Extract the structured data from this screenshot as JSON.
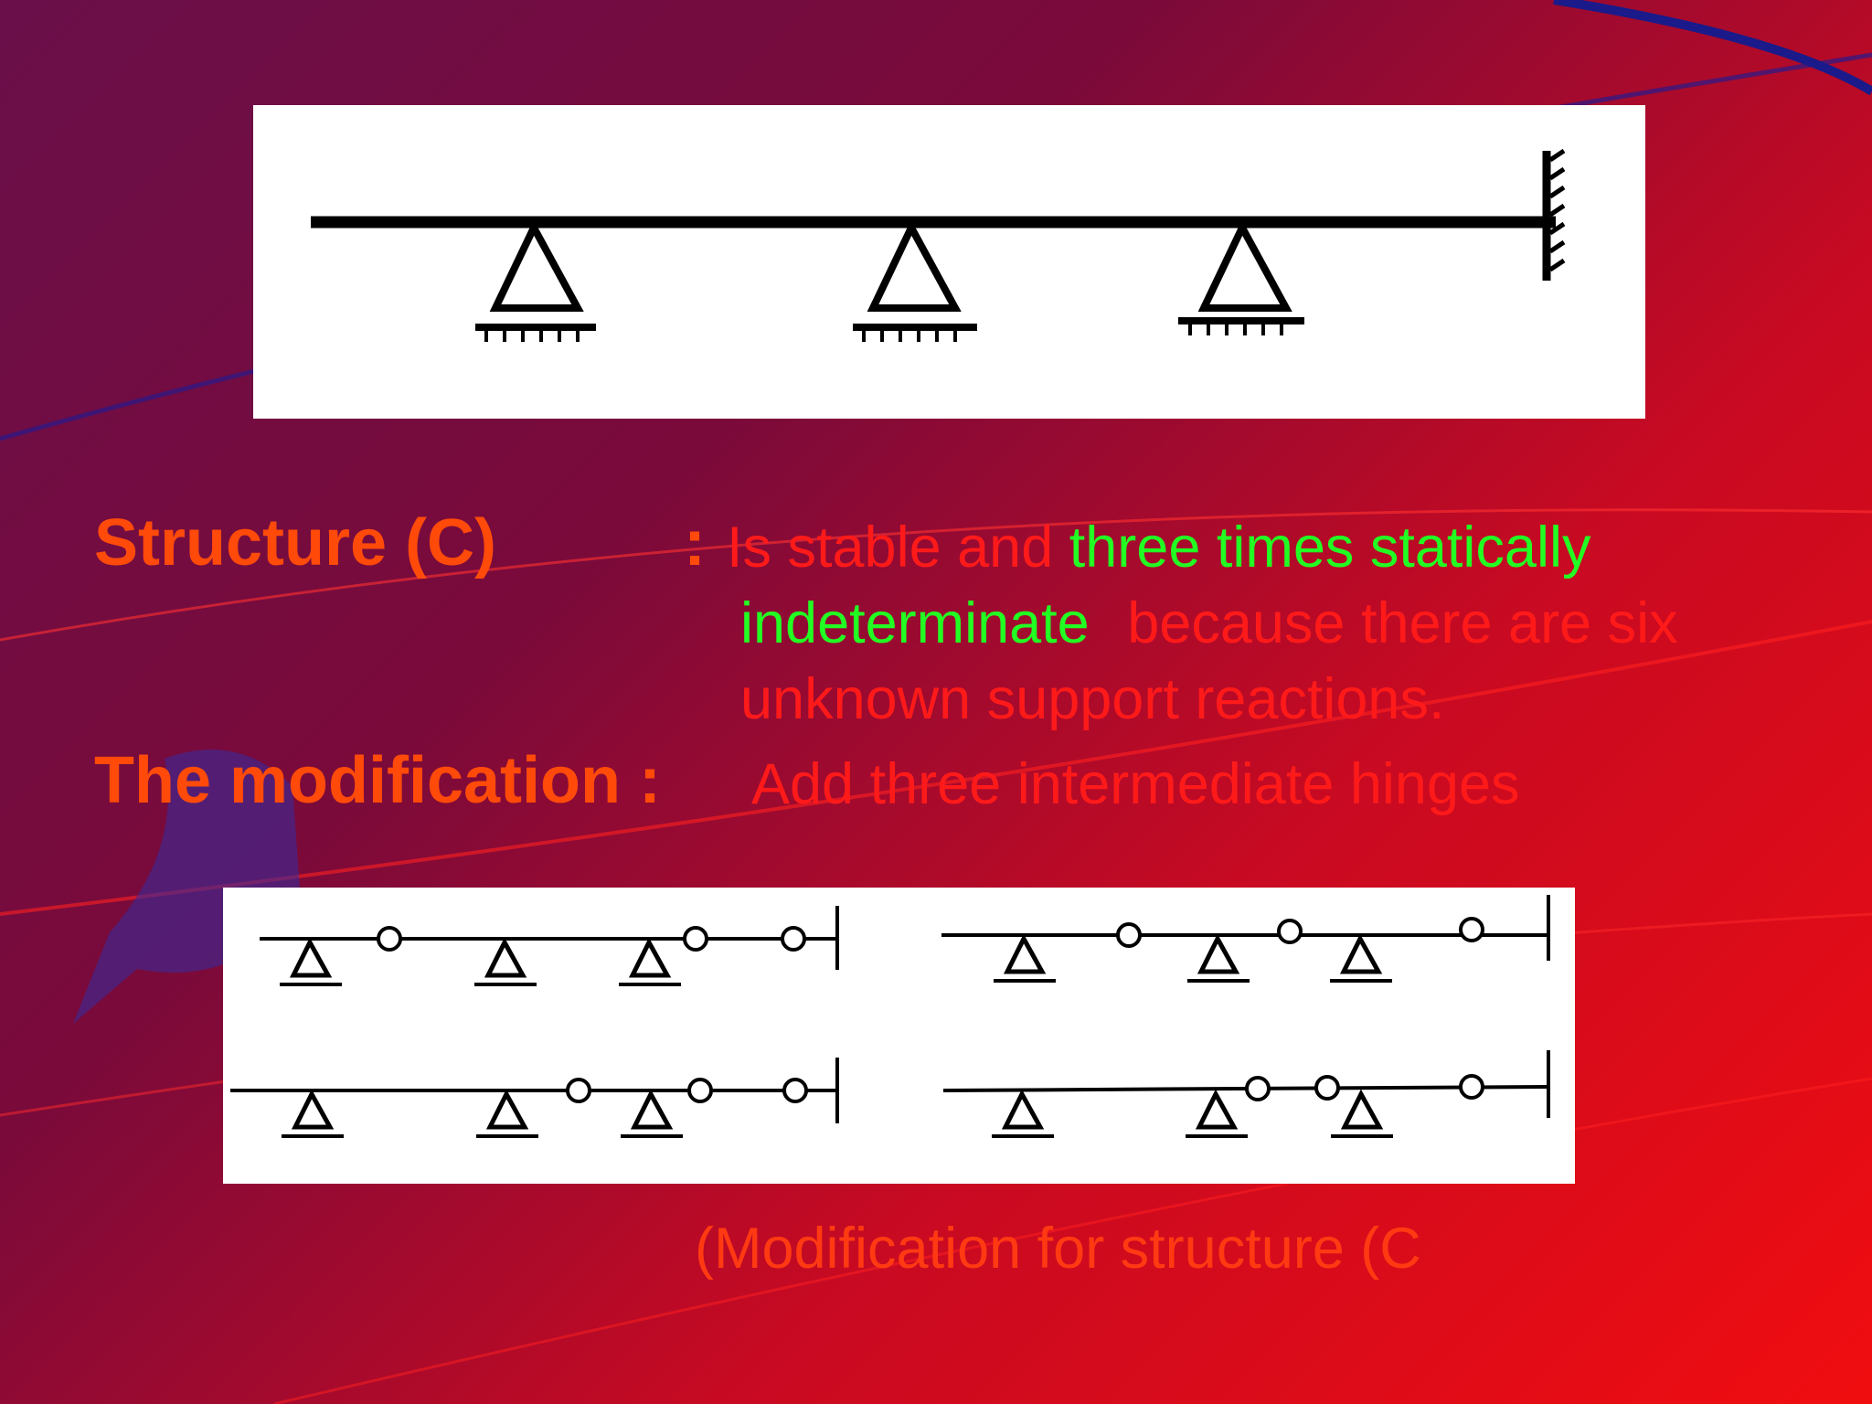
{
  "slide": {
    "structure_heading": "Structure (C)",
    "colon": ":",
    "sentence": {
      "part1": "Is stable and",
      "part2_highlight": "three times statically",
      "part3_highlight": "indeterminate",
      "part4": "because there are six",
      "part5": "unknown support reactions."
    },
    "modification_heading": "The modification :",
    "modification_text": "Add three intermediate hinges",
    "caption": "(Modification for structure (C"
  },
  "diagram": {
    "main_beam": {
      "pin_supports": 3,
      "fixed_support": "right end"
    },
    "modified_beams": {
      "count": 4,
      "hinges_per_beam": 3
    }
  },
  "colors": {
    "heading": "#ff4a0a",
    "body_text": "#ff1a1a",
    "highlight": "#22ff22",
    "panel": "#ffffff"
  }
}
